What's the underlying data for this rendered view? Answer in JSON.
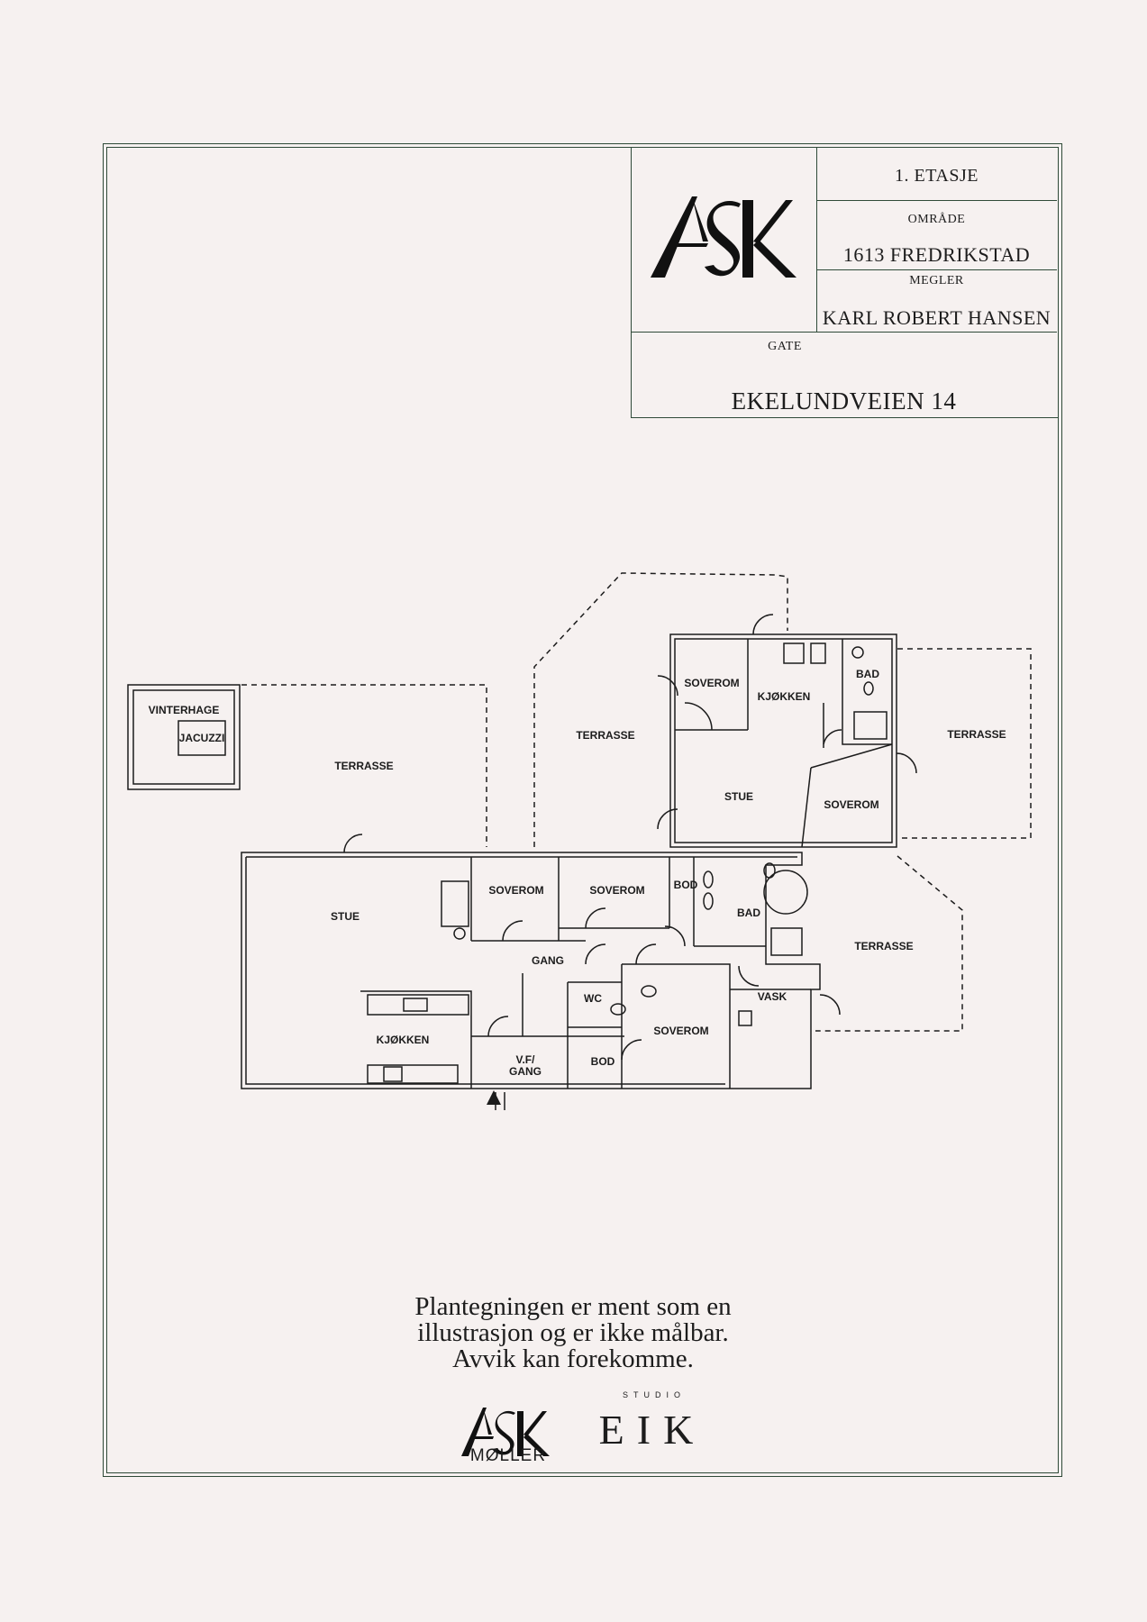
{
  "title_block": {
    "floor": "1. ETASJE",
    "area_label": "OMRÅDE",
    "area_value": "1613 FREDRIKSTAD",
    "broker_label": "MEGLER",
    "broker_value": "KARL ROBERT HANSEN",
    "street_label": "GATE",
    "street_value": "EKELUNDVEIEN 14"
  },
  "logos": {
    "main": "ASK",
    "bottom_main": "ASK",
    "bottom_sub": "MØLLER",
    "studio_top": "STUDIO",
    "studio_main": "EIK"
  },
  "rooms": {
    "vinterhage": "VINTERHAGE",
    "jacuzzi": "JACUZZI",
    "terrasse_left": "TERRASSE",
    "terrasse_mid": "TERRASSE",
    "terrasse_right": "TERRASSE",
    "terrasse_lower_right": "TERRASSE",
    "soverom_ne": "SOVEROM",
    "kjokken_ne": "KJØKKEN",
    "bad_ne": "BAD",
    "stue_ne": "STUE",
    "soverom_ne2": "SOVEROM",
    "stue_main": "STUE",
    "soverom_1": "SOVEROM",
    "soverom_2": "SOVEROM",
    "bod_1": "BOD",
    "bad_main": "BAD",
    "gang": "GANG",
    "wc": "WC",
    "vask": "VASK",
    "kjokken_main": "KJØKKEN",
    "soverom_3": "SOVEROM",
    "bod_2": "BOD",
    "vf_gang_1": "V.F/",
    "vf_gang_2": "GANG"
  },
  "disclaimer": {
    "line1": "Plantegningen er ment som en",
    "line2": "illustrasjon og er ikke målbar.",
    "line3": "Avvik kan forekomme."
  }
}
